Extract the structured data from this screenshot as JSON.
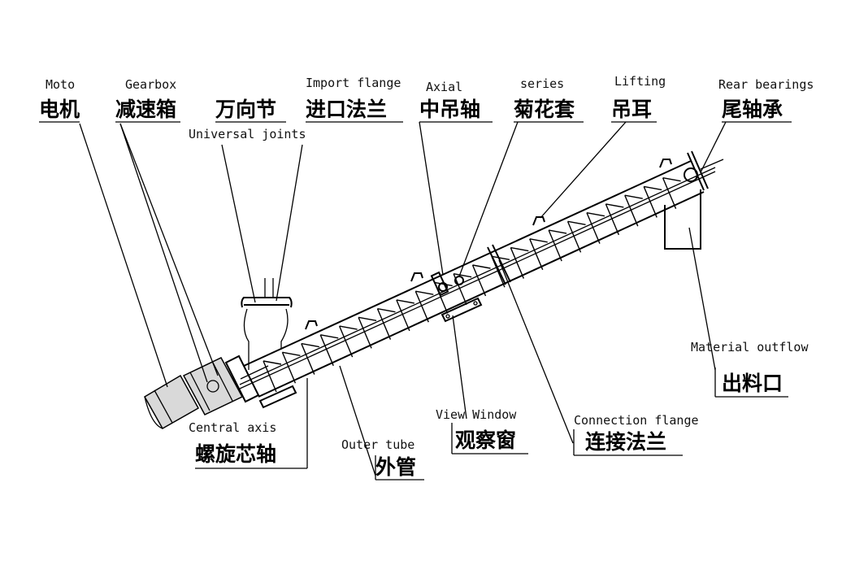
{
  "labels": {
    "moto": {
      "en": "Moto",
      "zh": "电机"
    },
    "gearbox": {
      "en": "Gearbox",
      "zh": "减速箱"
    },
    "universal": {
      "en": "Universal joints",
      "zh": "万向节"
    },
    "import": {
      "en": "Import flange",
      "zh": "进口法兰"
    },
    "axial": {
      "en": "Axial",
      "zh": "中吊轴"
    },
    "series": {
      "en": "series",
      "zh": "菊花套"
    },
    "lifting": {
      "en": "Lifting",
      "zh": "吊耳"
    },
    "rear": {
      "en": "Rear bearings",
      "zh": "尾轴承"
    },
    "outflow": {
      "en": "Material outflow",
      "zh": "出料口"
    },
    "central": {
      "en": "Central axis",
      "zh": "螺旋芯轴"
    },
    "outer": {
      "en": "Outer tube",
      "zh": "外管"
    },
    "view": {
      "en": "View Window",
      "zh": "观察窗"
    },
    "connection": {
      "en": "Connection flange",
      "zh": "连接法兰"
    }
  }
}
